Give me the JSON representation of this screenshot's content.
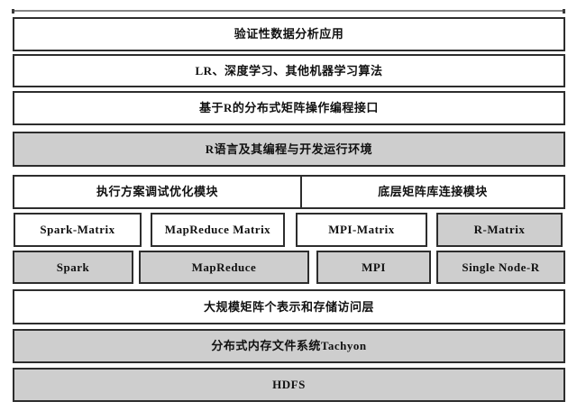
{
  "diagram": {
    "name": "distributed-matrix-computation-architecture",
    "colors": {
      "background": "#ffffff",
      "box_white": "#ffffff",
      "box_gray": "#cecece",
      "border": "#2d2d2d",
      "text": "#111111",
      "top_rule": "#858585"
    },
    "rows": [
      {
        "name": "application-layer",
        "cells": [
          {
            "label": "验证性数据分析应用",
            "fill": "white"
          }
        ]
      },
      {
        "name": "algorithm-layer",
        "cells": [
          {
            "label": "LR、深度学习、其他机器学习算法",
            "fill": "white"
          }
        ]
      },
      {
        "name": "api-layer",
        "cells": [
          {
            "label": "基于R的分布式矩阵操作编程接口",
            "fill": "white"
          }
        ]
      },
      {
        "name": "r-environment-layer",
        "cells": [
          {
            "label": "R语言及其编程与开发运行环境",
            "fill": "gray"
          }
        ]
      },
      {
        "name": "module-layer",
        "cells": [
          {
            "label": "执行方案调试优化模块",
            "fill": "white"
          },
          {
            "label": "底层矩阵库连接模块",
            "fill": "white"
          }
        ]
      },
      {
        "name": "matrix-adapter-layer",
        "cells": [
          {
            "label": "Spark-Matrix",
            "fill": "white"
          },
          {
            "label": "MapReduce Matrix",
            "fill": "white"
          },
          {
            "label": "MPI-Matrix",
            "fill": "white"
          },
          {
            "label": "R-Matrix",
            "fill": "gray"
          }
        ]
      },
      {
        "name": "engine-layer",
        "cells": [
          {
            "label": "Spark",
            "fill": "gray"
          },
          {
            "label": "MapReduce",
            "fill": "gray"
          },
          {
            "label": "MPI",
            "fill": "gray"
          },
          {
            "label": "Single Node-R",
            "fill": "gray"
          }
        ]
      },
      {
        "name": "storage-access-layer",
        "cells": [
          {
            "label": "大规模矩阵个表示和存储访问层",
            "fill": "white"
          }
        ]
      },
      {
        "name": "memory-fs-layer",
        "cells": [
          {
            "label": "分布式内存文件系统Tachyon",
            "fill": "gray"
          }
        ]
      },
      {
        "name": "hdfs-layer",
        "cells": [
          {
            "label": "HDFS",
            "fill": "gray"
          }
        ]
      }
    ]
  }
}
